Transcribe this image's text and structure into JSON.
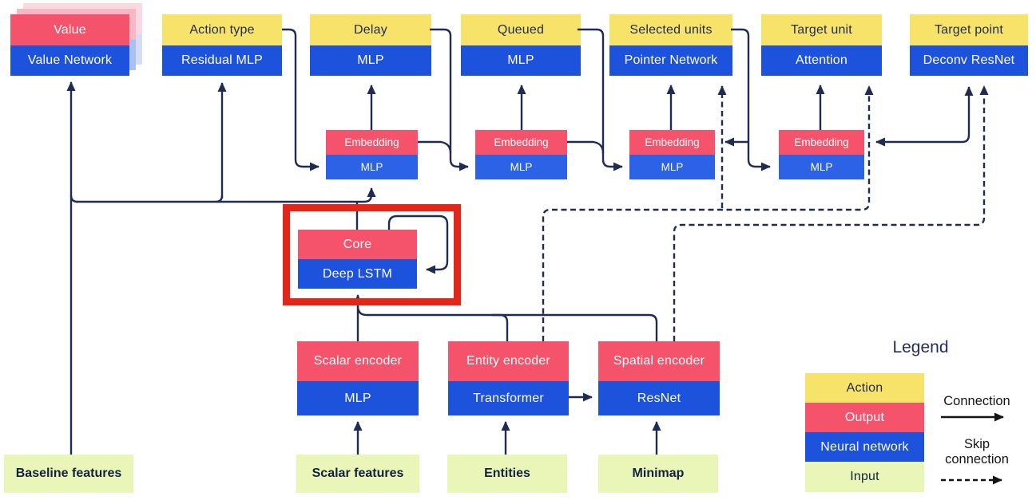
{
  "colors": {
    "action": "#F8E36A",
    "output": "#F4536B",
    "network": "#1D52DC",
    "network_light": "#2C63E6",
    "input": "#EAF6B7",
    "line": "#1F2B50",
    "highlight": "#E2261A",
    "legend_arrow": "#141414"
  },
  "nodes": {
    "value": {
      "label": "Value",
      "sublabel": "Value Network"
    },
    "action_type": {
      "label": "Action type",
      "sublabel": "Residual MLP"
    },
    "delay": {
      "label": "Delay",
      "sublabel": "MLP"
    },
    "queued": {
      "label": "Queued",
      "sublabel": "MLP"
    },
    "selected_units": {
      "label": "Selected units",
      "sublabel": "Pointer Network"
    },
    "target_unit": {
      "label": "Target unit",
      "sublabel": "Attention"
    },
    "target_point": {
      "label": "Target point",
      "sublabel": "Deconv ResNet"
    },
    "embedding1": {
      "label": "Embedding",
      "sublabel": "MLP"
    },
    "embedding2": {
      "label": "Embedding",
      "sublabel": "MLP"
    },
    "embedding3": {
      "label": "Embedding",
      "sublabel": "MLP"
    },
    "embedding4": {
      "label": "Embedding",
      "sublabel": "MLP"
    },
    "core": {
      "label": "Core",
      "sublabel": "Deep LSTM"
    },
    "scalar_encoder": {
      "label": "Scalar encoder",
      "sublabel": "MLP"
    },
    "entity_encoder": {
      "label": "Entity encoder",
      "sublabel": "Transformer"
    },
    "spatial_encoder": {
      "label": "Spatial encoder",
      "sublabel": "ResNet"
    },
    "baseline_features": {
      "label": "Baseline features"
    },
    "scalar_features": {
      "label": "Scalar features"
    },
    "entities": {
      "label": "Entities"
    },
    "minimap": {
      "label": "Minimap"
    }
  },
  "legend": {
    "title": "Legend",
    "items": [
      {
        "label": "Action"
      },
      {
        "label": "Output"
      },
      {
        "label": "Neural network"
      },
      {
        "label": "Input"
      }
    ],
    "connection_label": "Connection",
    "skip_connection_label": "Skip connection"
  }
}
